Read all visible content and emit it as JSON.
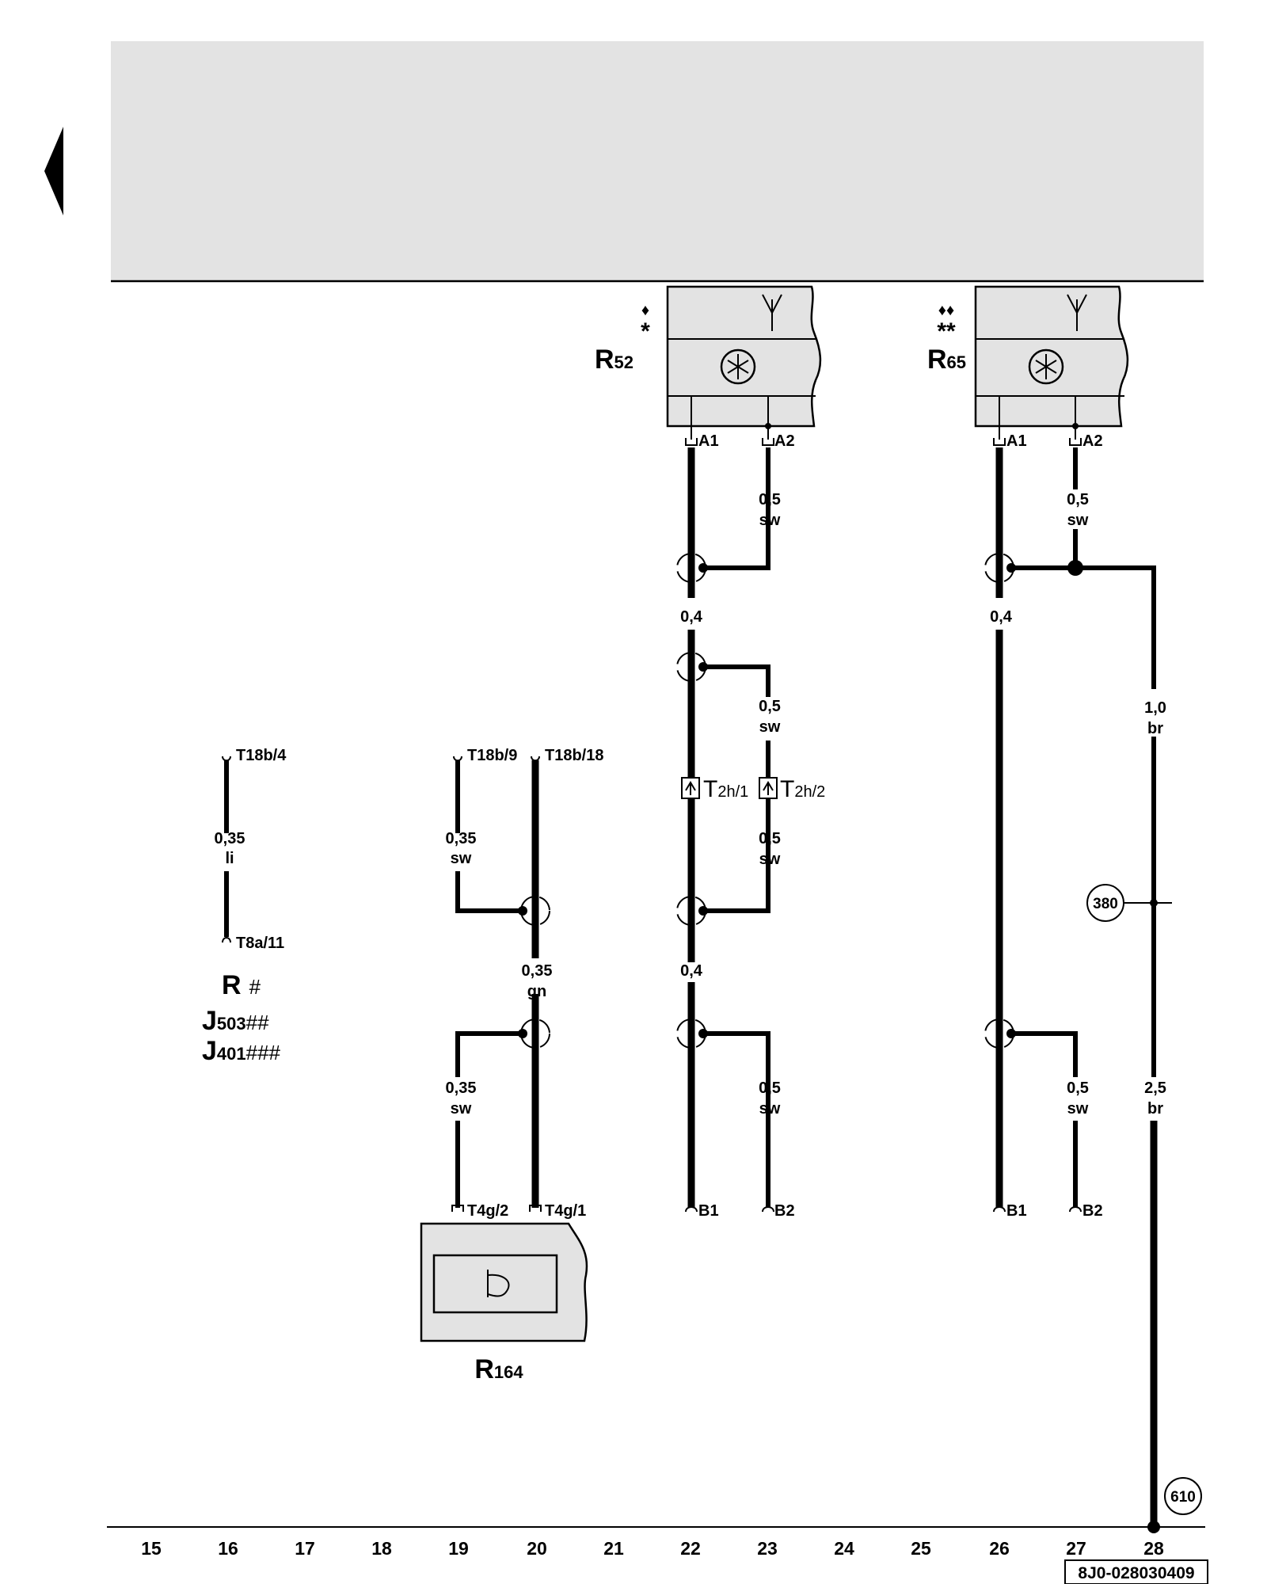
{
  "components": {
    "r52": {
      "name": "R",
      "sub": "52",
      "marks": [
        "♦",
        "*"
      ]
    },
    "r65": {
      "name": "R",
      "sub": "65",
      "marks": [
        "♦♦",
        "**"
      ]
    },
    "r164": {
      "name": "R",
      "sub": "164"
    },
    "options": [
      {
        "name": "R",
        "sub": "",
        "mark": "#"
      },
      {
        "name": "J",
        "sub": "503",
        "mark": "##"
      },
      {
        "name": "J",
        "sub": "401",
        "mark": "###"
      }
    ]
  },
  "pins": {
    "r52_a1": "A1",
    "r52_a2": "A2",
    "r65_a1": "A1",
    "r65_a2": "A2",
    "b1_left": "B1",
    "b2_left": "B2",
    "b1_right": "B1",
    "b2_right": "B2",
    "t18b4": "T18b/4",
    "t8a11": "T8a/11",
    "t18b9": "T18b/9",
    "t18b18": "T18b/18",
    "t4g2": "T4g/2",
    "t4g1": "T4g/1"
  },
  "connectors": {
    "t2h1": {
      "name": "T",
      "sub": "2h/1"
    },
    "t2h2": {
      "name": "T",
      "sub": "2h/2"
    }
  },
  "wires": {
    "w16": {
      "size": "0,35",
      "color": "li"
    },
    "w19a": {
      "size": "0,35",
      "color": "sw"
    },
    "w20": {
      "size": "0,35",
      "color": "gn"
    },
    "w19b": {
      "size": "0,35",
      "color": "sw"
    },
    "w22a": {
      "size": "0,4"
    },
    "w22b": {
      "size": "0,4"
    },
    "w23a": {
      "size": "0,5",
      "color": "sw"
    },
    "w23b": {
      "size": "0,5",
      "color": "sw"
    },
    "w23c": {
      "size": "0,5",
      "color": "sw"
    },
    "w23d": {
      "size": "0,5",
      "color": "sw"
    },
    "w26": {
      "size": "0,4"
    },
    "w27a": {
      "size": "0,5",
      "color": "sw"
    },
    "w27b": {
      "size": "0,5",
      "color": "sw"
    },
    "w28a": {
      "size": "1,0",
      "color": "br"
    },
    "w28b": {
      "size": "2,5",
      "color": "br"
    }
  },
  "references": {
    "r380": "380",
    "r610": "610"
  },
  "columns": [
    "15",
    "16",
    "17",
    "18",
    "19",
    "20",
    "21",
    "22",
    "23",
    "24",
    "25",
    "26",
    "27",
    "28"
  ],
  "doc_id": "8J0-028030409"
}
